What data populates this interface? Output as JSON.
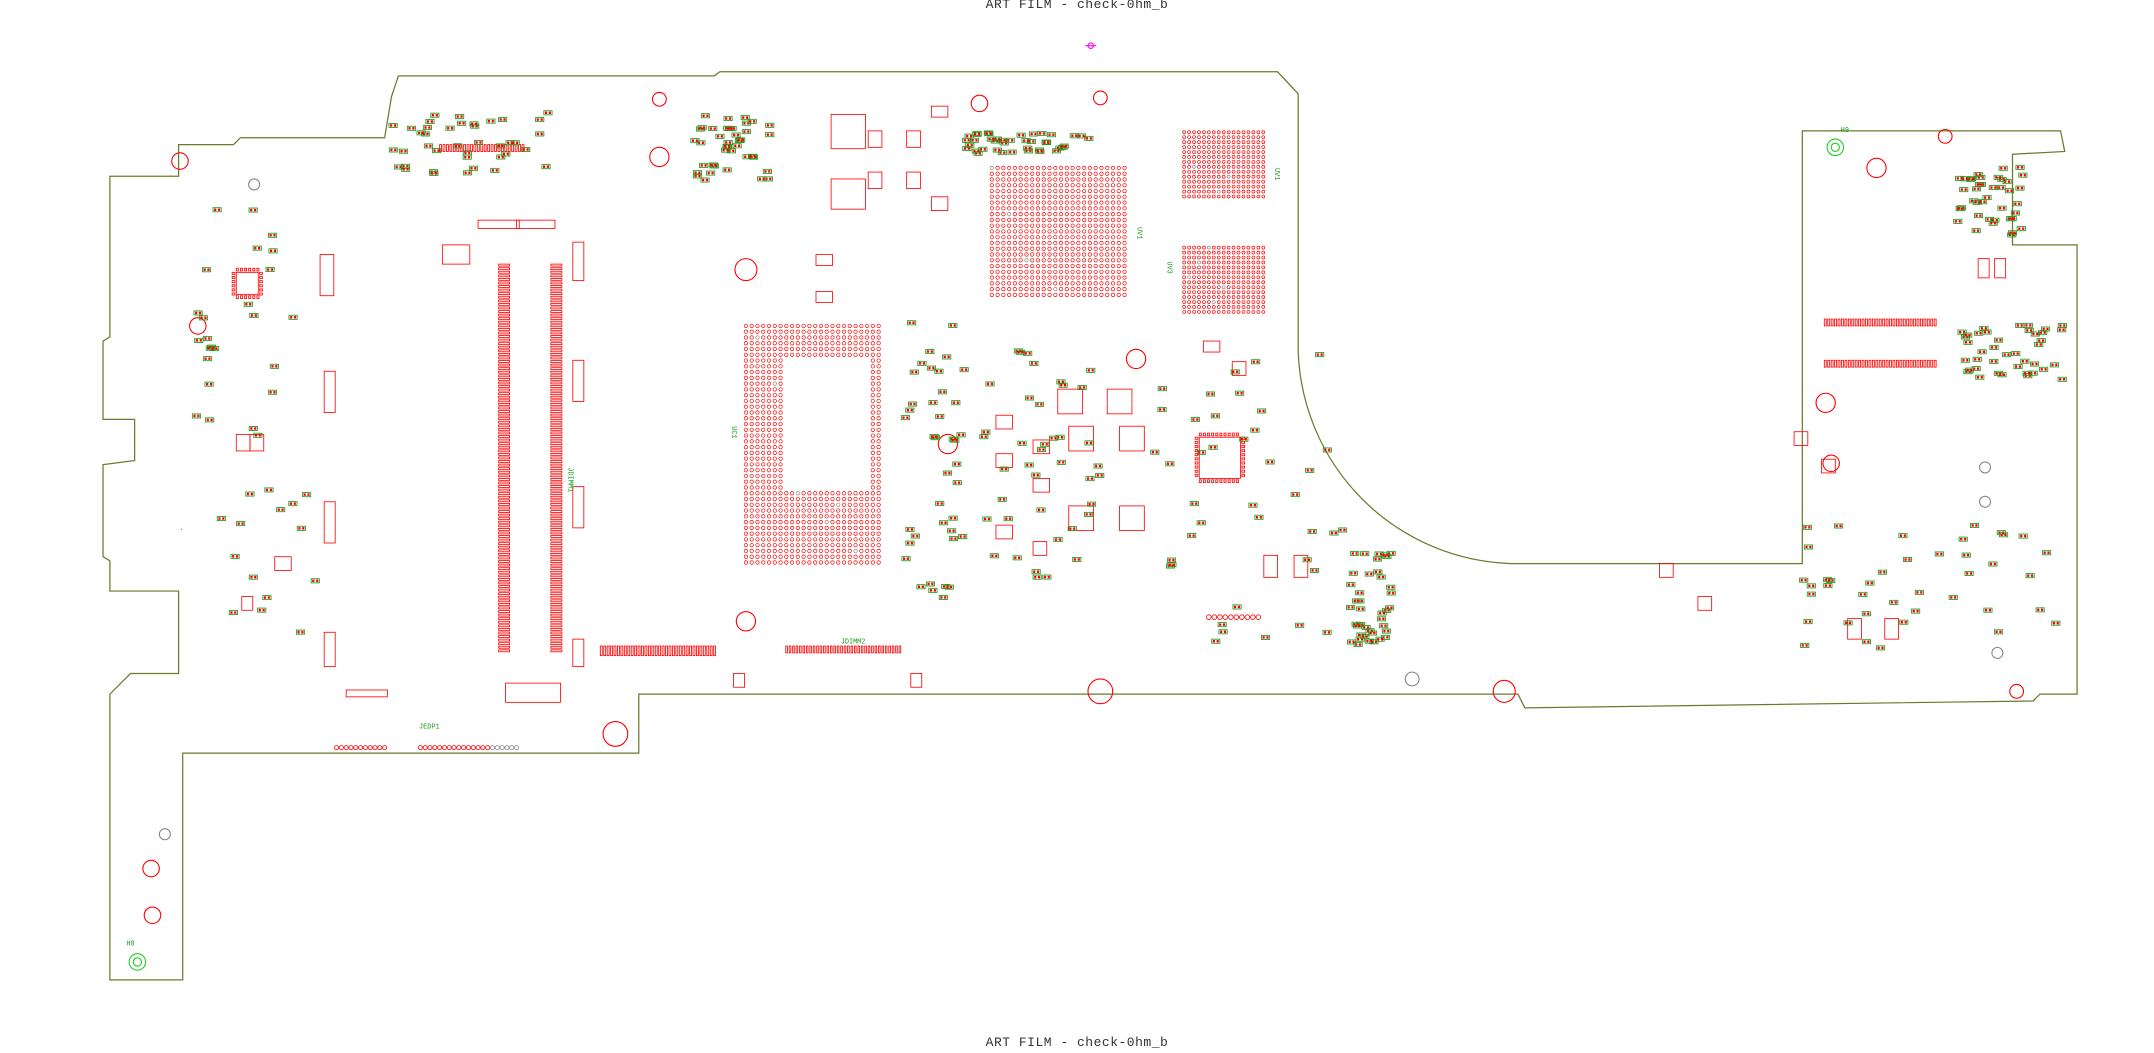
{
  "header": {
    "title": "ART FILM - check-0hm_b"
  },
  "footer": {
    "title": "ART FILM - check-0hm_b"
  },
  "colors": {
    "outline": "#6b7a2a",
    "pad": "#ff0000",
    "silk": "#1a9a1a",
    "marker": "#ff00ff",
    "via": "#888888"
  },
  "labels": {
    "cpu": "UC1",
    "pch": "UV1",
    "mem_a": "UV1",
    "mem_b": "UV3",
    "dimm_a": "JDIMM1",
    "dimm_b": "JDIMM2",
    "conn_bottom": "JEDP1",
    "hole_left": "H8",
    "hole_right": "H9"
  }
}
